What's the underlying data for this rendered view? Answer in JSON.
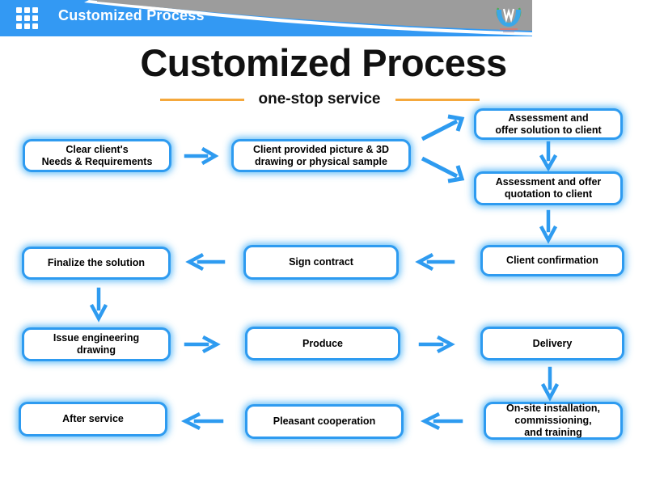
{
  "header": {
    "title": "Customized Process",
    "grid_icon": "grid-apps-icon",
    "logo_icon": "company-logo-icon",
    "bar_color": "#3399F3",
    "curve_color": "#9C9C9C"
  },
  "title_block": {
    "title": "Customized Process",
    "subtitle": "one-stop service",
    "rule_color": "#F5A83C"
  },
  "flow": {
    "accent_color": "#2E9BF0",
    "nodes": [
      {
        "id": "clear-needs",
        "label": "Clear client's\nNeeds & Requirements"
      },
      {
        "id": "client-provided",
        "label": "Client provided picture & 3D\ndrawing or physical sample"
      },
      {
        "id": "offer-solution",
        "label": "Assessment and\noffer solution to client"
      },
      {
        "id": "offer-quotation",
        "label": "Assessment and offer\nquotation to client"
      },
      {
        "id": "client-confirmation",
        "label": "Client confirmation"
      },
      {
        "id": "sign-contract",
        "label": "Sign contract"
      },
      {
        "id": "finalize-solution",
        "label": "Finalize the solution"
      },
      {
        "id": "issue-drawing",
        "label": "Issue engineering\ndrawing"
      },
      {
        "id": "produce",
        "label": "Produce"
      },
      {
        "id": "delivery",
        "label": "Delivery"
      },
      {
        "id": "onsite-install",
        "label": "On-site installation,\ncommissioning,\nand training"
      },
      {
        "id": "pleasant-coop",
        "label": "Pleasant cooperation"
      },
      {
        "id": "after-service",
        "label": "After service"
      }
    ],
    "arrows": [
      {
        "id": "arrow-needs-to-provided",
        "direction": "right"
      },
      {
        "id": "arrow-provided-to-solution",
        "direction": "up-right"
      },
      {
        "id": "arrow-provided-to-quotation",
        "direction": "down-right"
      },
      {
        "id": "arrow-solution-to-quotation",
        "direction": "down"
      },
      {
        "id": "arrow-quotation-to-confirmation",
        "direction": "down"
      },
      {
        "id": "arrow-confirmation-to-contract",
        "direction": "left"
      },
      {
        "id": "arrow-contract-to-finalize",
        "direction": "left"
      },
      {
        "id": "arrow-finalize-to-drawing",
        "direction": "down"
      },
      {
        "id": "arrow-drawing-to-produce",
        "direction": "right"
      },
      {
        "id": "arrow-produce-to-delivery",
        "direction": "right"
      },
      {
        "id": "arrow-delivery-to-onsite",
        "direction": "down"
      },
      {
        "id": "arrow-onsite-to-cooperation",
        "direction": "left"
      },
      {
        "id": "arrow-cooperation-to-after",
        "direction": "left"
      }
    ]
  }
}
